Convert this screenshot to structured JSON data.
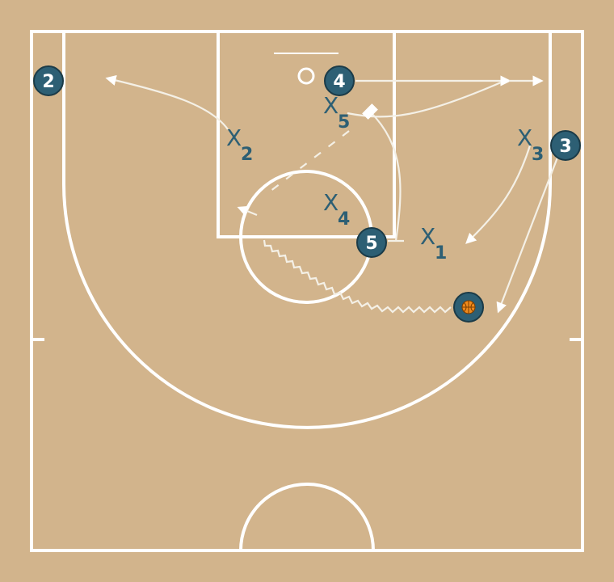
{
  "offense": [
    {
      "id": "p2",
      "label": "2"
    },
    {
      "id": "p4",
      "label": "4"
    },
    {
      "id": "p3",
      "label": "3"
    },
    {
      "id": "p5",
      "label": "5"
    },
    {
      "id": "p1",
      "label": "",
      "has_ball": true
    }
  ],
  "defense": [
    {
      "id": "x2",
      "mark": "X",
      "sub": "2"
    },
    {
      "id": "x5",
      "mark": "X",
      "sub": "5"
    },
    {
      "id": "x3",
      "mark": "X",
      "sub": "3"
    },
    {
      "id": "x4",
      "mark": "X",
      "sub": "4"
    },
    {
      "id": "x1",
      "mark": "X",
      "sub": "1"
    }
  ],
  "icons": {
    "ball": "basketball-icon",
    "basket": "basket-icon"
  },
  "colors": {
    "court": "#d2b48c",
    "lines": "#ffffff",
    "player": "#2d5f74",
    "ball": "#f08a1c"
  }
}
